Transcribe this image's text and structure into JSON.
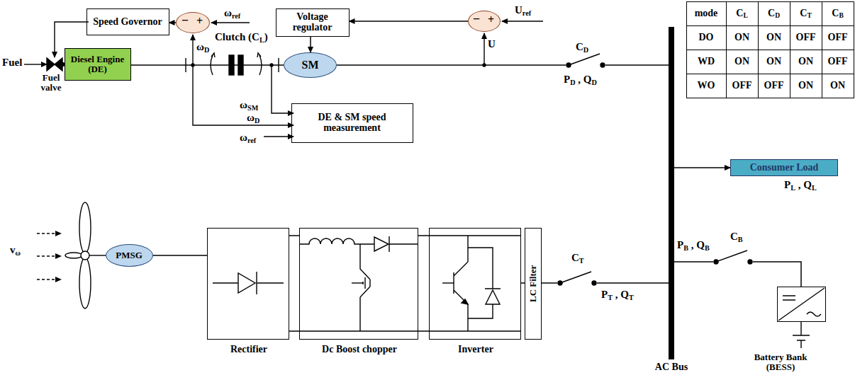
{
  "diagram": {
    "nodes": [
      {
        "text": [
          "Speed Governor"
        ]
      },
      {
        "text": [
          "_",
          "+"
        ]
      },
      {
        "text": [
          "Voltage regulator"
        ]
      },
      {
        "text": [
          "_",
          "+"
        ]
      },
      {
        "text": [
          "Diesel Engine (DE)"
        ]
      },
      {
        "text": [
          "SM"
        ]
      },
      {
        "text": [
          "DE & SM speed measurement"
        ]
      },
      {
        "text": [
          "Consumer Load"
        ]
      },
      {
        "text": [
          "PMSG"
        ]
      },
      {
        "text": [
          "Rectifier"
        ]
      },
      {
        "text": [
          "Dc Boost chopper"
        ]
      },
      {
        "text": [
          "Inverter"
        ]
      },
      {
        "text": [
          "LC Filter"
        ]
      },
      {
        "text": [
          "Battery Bank (BESS)"
        ]
      },
      {
        "text": [
          "AC Bus"
        ]
      }
    ],
    "edges": [
      {
        "from": 1,
        "to": 0,
        "arrow": "to"
      },
      {
        "from": 3,
        "to": 2,
        "arrow": "to"
      },
      {
        "from": 2,
        "to": 5,
        "arrow": "to"
      },
      {
        "from": 4,
        "to": 5,
        "arrow": "none"
      },
      {
        "from": 5,
        "to": 14,
        "arrow": "none"
      },
      {
        "from": 14,
        "to": 7,
        "arrow": "to"
      },
      {
        "from": 8,
        "to": 9,
        "arrow": "none"
      },
      {
        "from": 9,
        "to": 10,
        "arrow": "none"
      },
      {
        "from": 10,
        "to": 11,
        "arrow": "none"
      },
      {
        "from": 11,
        "to": 12,
        "arrow": "none"
      },
      {
        "from": 12,
        "to": 14,
        "arrow": "none"
      },
      {
        "from": 13,
        "to": 14,
        "arrow": "none"
      }
    ],
    "labels": [
      "Fuel",
      "Fuel valve",
      "ωref",
      "ωD",
      "Clutch (CL)",
      "Uref",
      "U",
      "CD",
      "PD , QD",
      "ωSM",
      "ωD",
      "ωref",
      "PL , QL",
      "vω",
      "CT",
      "PT , QT",
      "PB , QB",
      "CB",
      "mode",
      "CL",
      "CD",
      "CT",
      "CB",
      "DO",
      "ON",
      "ON",
      "OFF",
      "OFF",
      "WD",
      "ON",
      "ON",
      "ON",
      "OFF",
      "WO",
      "OFF",
      "OFF",
      "ON",
      "ON"
    ]
  }
}
